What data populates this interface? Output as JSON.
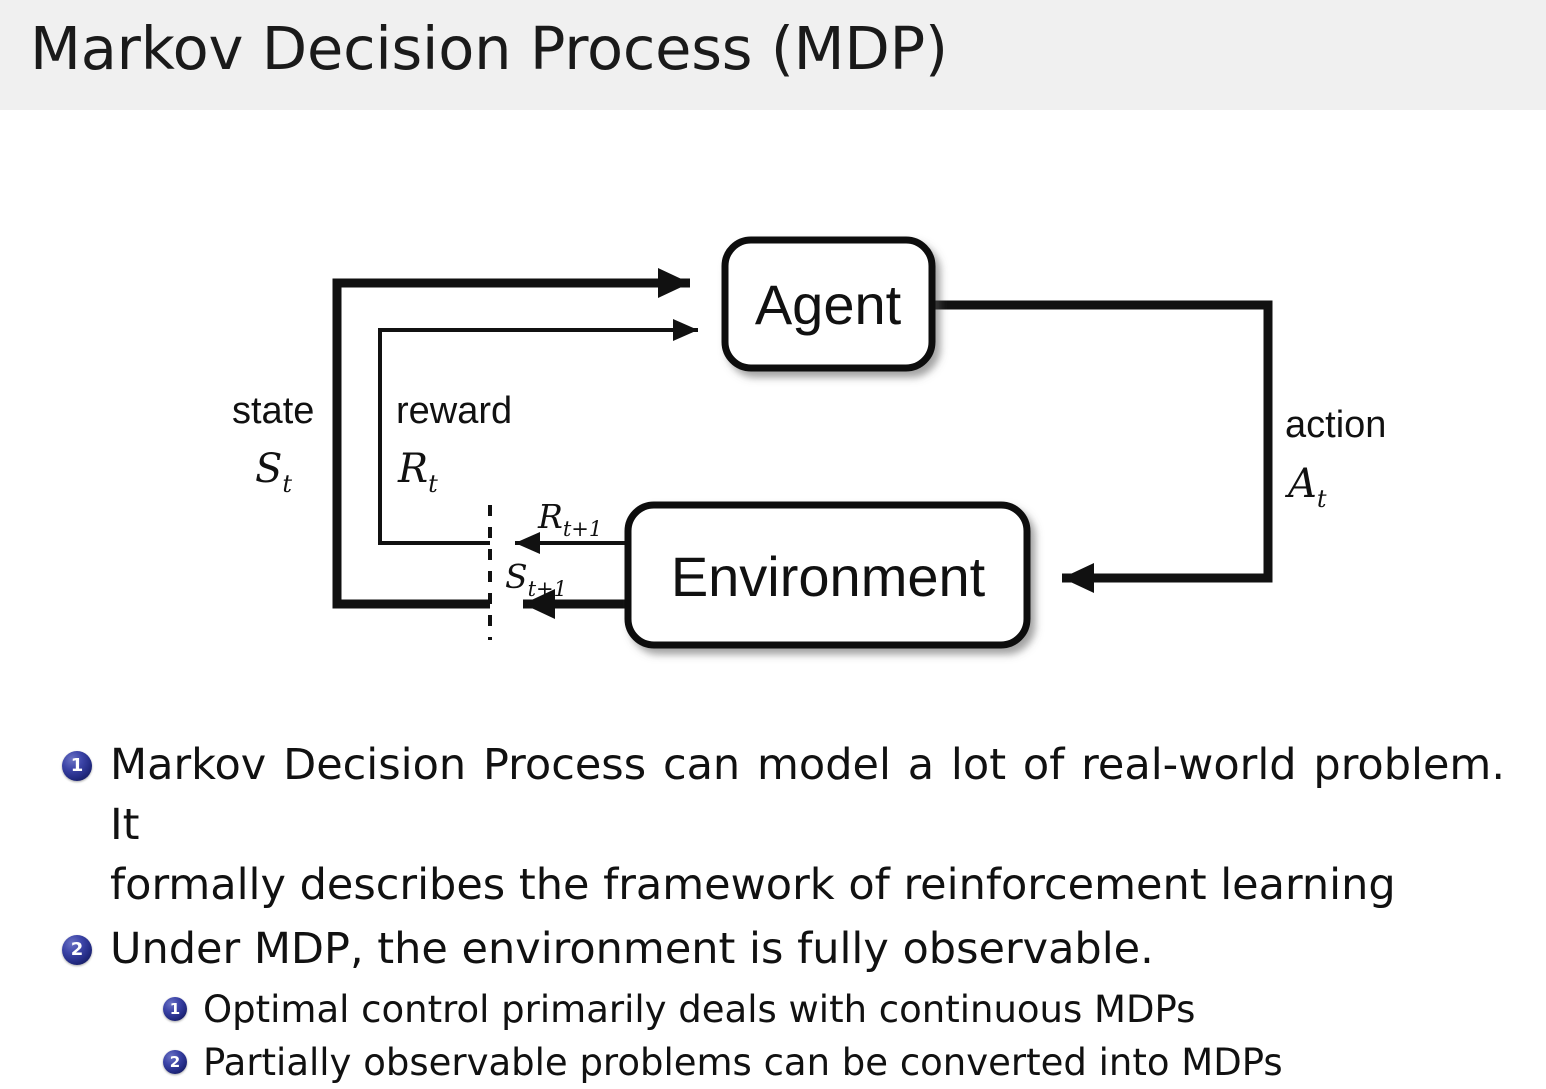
{
  "header": {
    "title": "Markov Decision Process (MDP)",
    "background_color": "#f0f0f0"
  },
  "diagram": {
    "name": "agent-environment-interaction-loop",
    "nodes": [
      {
        "id": "agent",
        "label": "Agent"
      },
      {
        "id": "environment",
        "label": "Environment"
      }
    ],
    "edge_labels": {
      "state_word": "state",
      "state_symbol": "S",
      "state_symbol_sub": "t",
      "reward_word": "reward",
      "reward_symbol": "R",
      "reward_symbol_sub": "t",
      "action_word": "action",
      "action_symbol": "A",
      "action_symbol_sub": "t",
      "next_reward_symbol": "R",
      "next_reward_sub": "t+1",
      "next_state_symbol": "S",
      "next_state_sub": "t+1"
    },
    "stroke_color": "#111111"
  },
  "bullets": [
    {
      "number": "1",
      "level": 1,
      "line1": "Markov Decision Process can model a lot of real-world problem. It",
      "line2": "formally describes the framework of reinforcement learning"
    },
    {
      "number": "2",
      "level": 1,
      "line1": "Under MDP, the environment is fully observable.",
      "line2": ""
    },
    {
      "number": "1",
      "level": 2,
      "line1": "Optimal control primarily deals with continuous MDPs",
      "line2": ""
    },
    {
      "number": "2",
      "level": 2,
      "line1": "Partially observable problems can be converted into MDPs",
      "line2": ""
    }
  ],
  "colors": {
    "badge_dark": "#10144a",
    "badge_light": "#6b73c4",
    "text": "#111111"
  }
}
